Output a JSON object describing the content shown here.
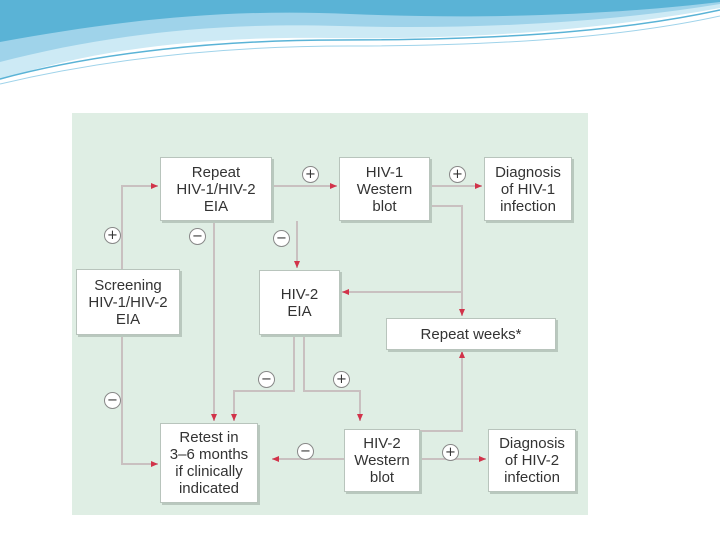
{
  "colors": {
    "panel": "#dfeee4",
    "connector": "#c9c0c0",
    "arrowhead": "#d2334a",
    "wave_light": "#cdeaf5",
    "wave_dark": "#5ab3d6"
  },
  "boxes": {
    "screening": "Screening\nHIV-1/HIV-2\nEIA",
    "repeat_eia": "Repeat\nHIV-1/HIV-2\nEIA",
    "hiv1_wb": "HIV-1\nWestern\nblot",
    "diag_hiv1": "Diagnosis\nof HIV-1\ninfection",
    "hiv2_eia": "HIV-2\nEIA",
    "repeat_weeks": "Repeat            weeks*",
    "retest": "Retest in\n3–6 months\nif clinically\nindicated",
    "hiv2_wb": "HIV-2\nWestern\nblot",
    "diag_hiv2": "Diagnosis\nof HIV-2\ninfection"
  },
  "signs": {
    "plus": "+",
    "minus": "−"
  }
}
